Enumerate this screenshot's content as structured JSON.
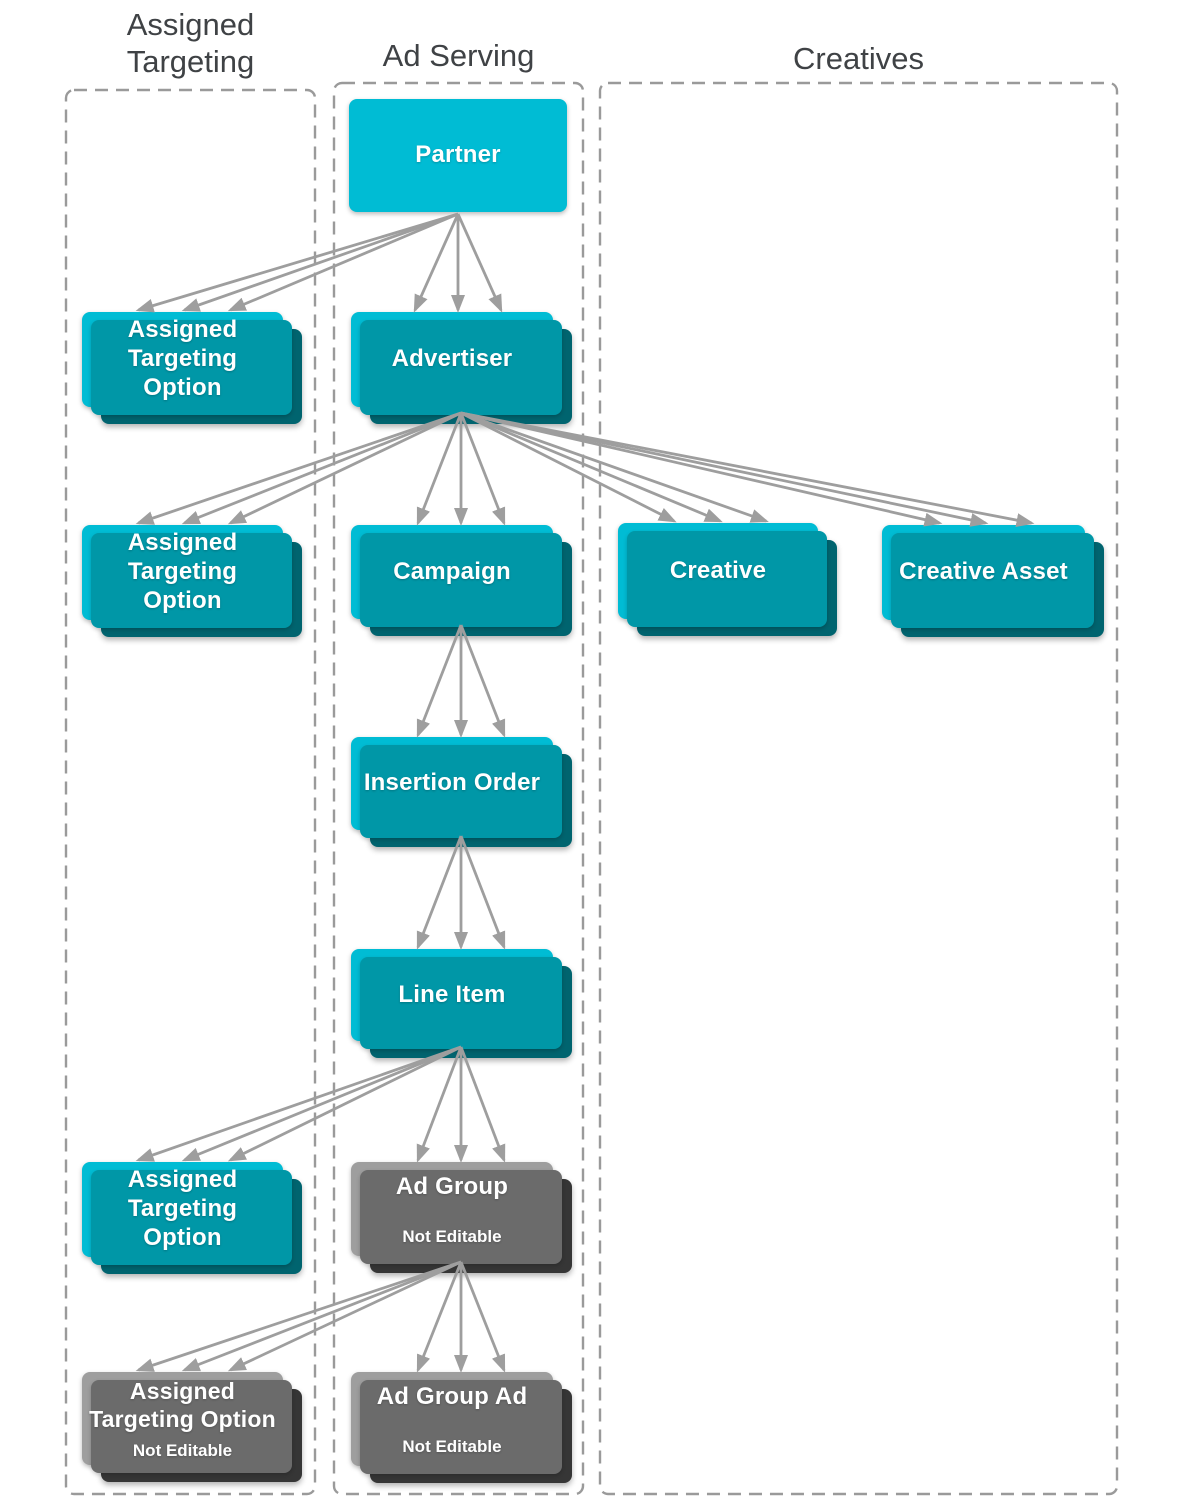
{
  "columns": [
    {
      "title": "Assigned Targeting"
    },
    {
      "title": "Ad Serving"
    },
    {
      "title": "Creatives"
    }
  ],
  "nodes": {
    "partner": {
      "label": "Partner"
    },
    "ato1": {
      "label": "Assigned\nTargeting\nOption"
    },
    "advertiser": {
      "label": "Advertiser"
    },
    "ato2": {
      "label": "Assigned\nTargeting\nOption"
    },
    "campaign": {
      "label": "Campaign"
    },
    "creative": {
      "label": "Creative"
    },
    "creative_asset": {
      "label": "Creative Asset"
    },
    "insertion_order": {
      "label": "Insertion Order"
    },
    "line_item": {
      "label": "Line Item"
    },
    "ato3": {
      "label": "Assigned\nTargeting\nOption"
    },
    "ad_group": {
      "label": "Ad Group",
      "sublabel": "Not Editable"
    },
    "ato_ne": {
      "label": "Assigned\nTargeting Option",
      "sublabel": "Not Editable"
    },
    "ad_group_ad": {
      "label": "Ad Group Ad",
      "sublabel": "Not Editable"
    }
  },
  "edges": [
    {
      "from": "partner",
      "to": "ato1"
    },
    {
      "from": "partner",
      "to": "advertiser"
    },
    {
      "from": "advertiser",
      "to": "ato2"
    },
    {
      "from": "advertiser",
      "to": "campaign"
    },
    {
      "from": "advertiser",
      "to": "creative"
    },
    {
      "from": "advertiser",
      "to": "creative_asset"
    },
    {
      "from": "campaign",
      "to": "insertion_order"
    },
    {
      "from": "insertion_order",
      "to": "line_item"
    },
    {
      "from": "line_item",
      "to": "ato3"
    },
    {
      "from": "line_item",
      "to": "ad_group"
    },
    {
      "from": "ad_group",
      "to": "ato_ne"
    },
    {
      "from": "ad_group",
      "to": "ad_group_ad"
    }
  ],
  "colors": {
    "editable_front": "#00BCD4",
    "editable_mid": "#0097A7",
    "editable_back": "#00646F",
    "not_editable_front": "#9E9E9E",
    "not_editable_mid": "#6B6B6B",
    "not_editable_back": "#363636",
    "arrow": "#9E9E9E",
    "frame": "#9A9A9A",
    "title_text": "#3F4245"
  }
}
